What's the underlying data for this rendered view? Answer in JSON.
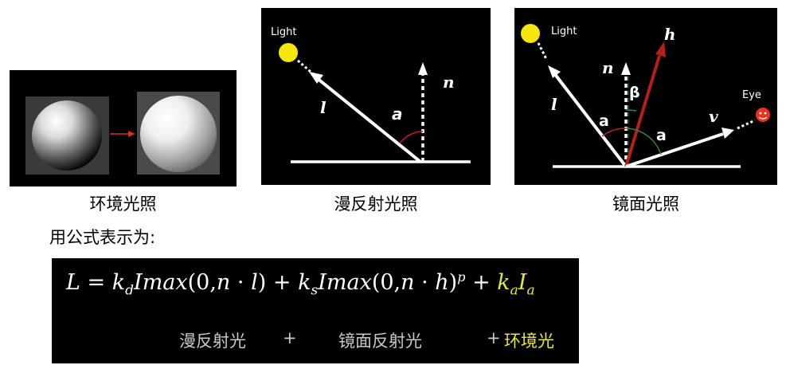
{
  "captions": {
    "ambient": "环境光照",
    "diffuse": "漫反射光照",
    "specular": "镜面光照"
  },
  "intro": "用公式表示为:",
  "diffuse_diagram": {
    "light_label": "Light",
    "l_label": "l",
    "n_label": "n",
    "angle_label": "a"
  },
  "specular_diagram": {
    "light_label": "Light",
    "h_label": "h",
    "n_label": "n",
    "l_label": "l",
    "beta_label": "β",
    "eye_label": "Eye",
    "v_label": "v",
    "angle_left_label": "a",
    "angle_right_label": "a"
  },
  "formula": {
    "lhs": "L",
    "eq": "=",
    "kd": "k",
    "kd_sub": "d",
    "I1": "I",
    "max1": "max",
    "open1": "(0,",
    "n1": "n",
    "dot1": "·",
    "l": "l",
    "close1": ")",
    "plus_a": "+",
    "ks": "k",
    "ks_sub": "s",
    "I2": "I",
    "max2": "max",
    "open2": "(0,",
    "n2": "n",
    "dot2": "·",
    "h": "h",
    "close2": ")",
    "p": "p",
    "plus_b": "+",
    "ka": "k",
    "ka_sub": "a",
    "Ia": "I",
    "Ia_sub": "a"
  },
  "terms": {
    "diffuse": "漫反射光",
    "plus1": "+",
    "specular": "镜面反射光",
    "plus2": "+",
    "ambient": "环境光"
  },
  "colors": {
    "light": "#f5e60f",
    "h_vector": "#b0201e",
    "eye": "#e8331f",
    "highlight": "#e6e64a",
    "arrow_between": "#d93020"
  }
}
